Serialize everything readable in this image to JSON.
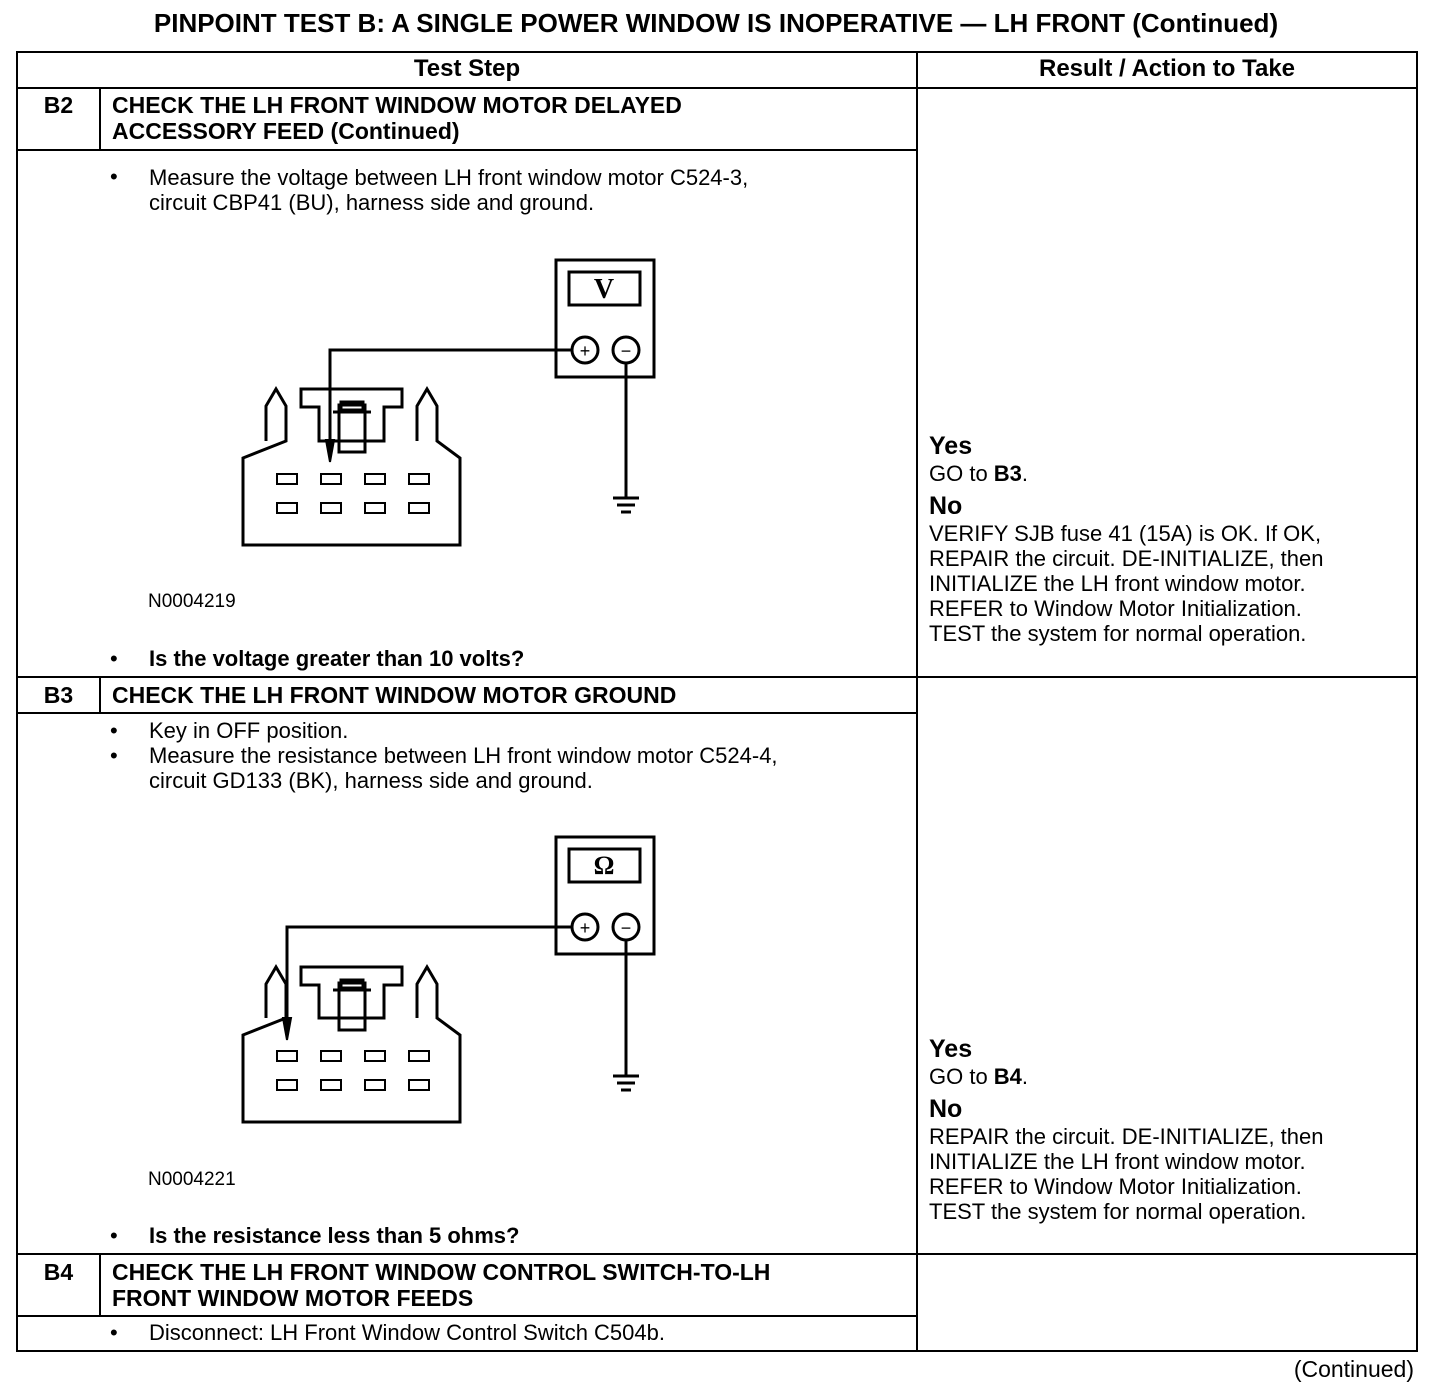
{
  "title": "PINPOINT TEST B: A SINGLE POWER WINDOW IS INOPERATIVE — LH FRONT (Continued)",
  "table": {
    "header_step": "Test Step",
    "header_result": "Result / Action to Take"
  },
  "steps": {
    "b2": {
      "id": "B2",
      "title_line1": "CHECK THE LH FRONT WINDOW MOTOR DELAYED",
      "title_line2": "ACCESSORY FEED (Continued)",
      "instr_line1": "Measure the voltage between LH front window motor C524-3,",
      "instr_line2": "circuit CBP41 (BU), harness side and ground.",
      "meter_symbol": "V",
      "figure_id": "N0004219",
      "question": "Is the voltage greater than 10 volts?",
      "yes_label": "Yes",
      "yes_text": "GO to ",
      "yes_target": "B3",
      "yes_end": ".",
      "no_label": "No",
      "no_line1": "VERIFY SJB fuse 41 (15A) is OK. If OK,",
      "no_line2": "REPAIR the circuit. DE-INITIALIZE, then",
      "no_line3": "INITIALIZE the LH front window motor.",
      "no_line4": "REFER to Window Motor Initialization.",
      "no_line5": "TEST the system for normal operation."
    },
    "b3": {
      "id": "B3",
      "title_line1": "CHECK THE LH FRONT WINDOW MOTOR GROUND",
      "instr1": "Key in OFF position.",
      "instr2_line1": "Measure the resistance between LH front window motor C524-4,",
      "instr2_line2": "circuit GD133 (BK), harness side and ground.",
      "meter_symbol": "Ω",
      "figure_id": "N0004221",
      "question": "Is the resistance less than 5 ohms?",
      "yes_label": "Yes",
      "yes_text": "GO to ",
      "yes_target": "B4",
      "yes_end": ".",
      "no_label": "No",
      "no_line1": "REPAIR the circuit. DE-INITIALIZE, then",
      "no_line2": "INITIALIZE the LH front window motor.",
      "no_line3": "REFER to Window Motor Initialization.",
      "no_line4": "TEST the system for normal operation."
    },
    "b4": {
      "id": "B4",
      "title_line1": "CHECK THE LH FRONT WINDOW CONTROL SWITCH-TO-LH",
      "title_line2": "FRONT WINDOW MOTOR FEEDS",
      "instr1": "Disconnect: LH Front Window Control Switch C504b."
    }
  },
  "bullet_char": "•",
  "plus": "+",
  "minus": "−",
  "footer": "(Continued)"
}
